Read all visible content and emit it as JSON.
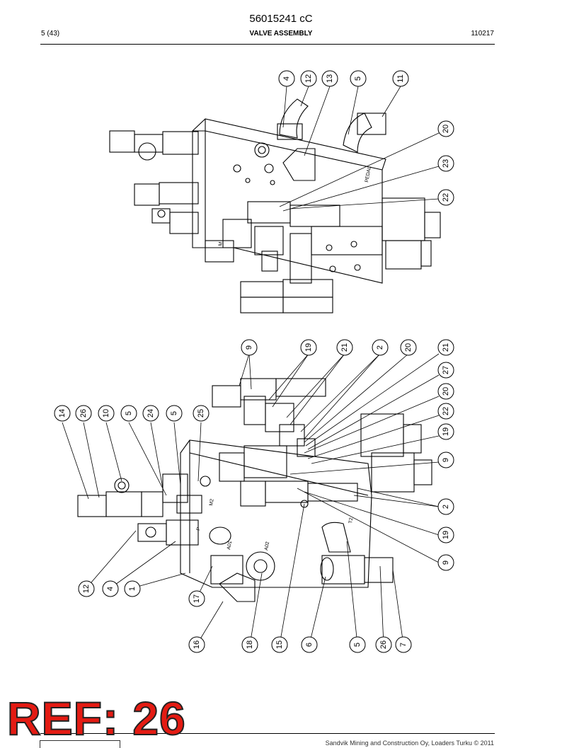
{
  "header": {
    "doc_code": "56015241 cC",
    "page": "5 (43)",
    "title": "VALVE ASSEMBLY",
    "date": "110217"
  },
  "diagram": {
    "upper_callouts": [
      "4",
      "12",
      "13",
      "5",
      "11",
      "20",
      "23",
      "22"
    ],
    "lower_callouts": [
      "9",
      "19",
      "21",
      "2",
      "20",
      "21",
      "27",
      "20",
      "22",
      "19",
      "9",
      "2",
      "19",
      "9",
      "14",
      "26",
      "10",
      "5",
      "24",
      "5",
      "25",
      "12",
      "4",
      "1",
      "17",
      "16",
      "18",
      "15",
      "6",
      "5",
      "26",
      "7"
    ],
    "part_markings": [
      "PEDAL",
      "M",
      "M2",
      "T2",
      "A02",
      "A01",
      "P"
    ]
  },
  "stamp": {
    "text": "REF: 26"
  },
  "footer": {
    "text": "Sandvik Mining and Construction Oy, Loaders Turku © 2011"
  }
}
